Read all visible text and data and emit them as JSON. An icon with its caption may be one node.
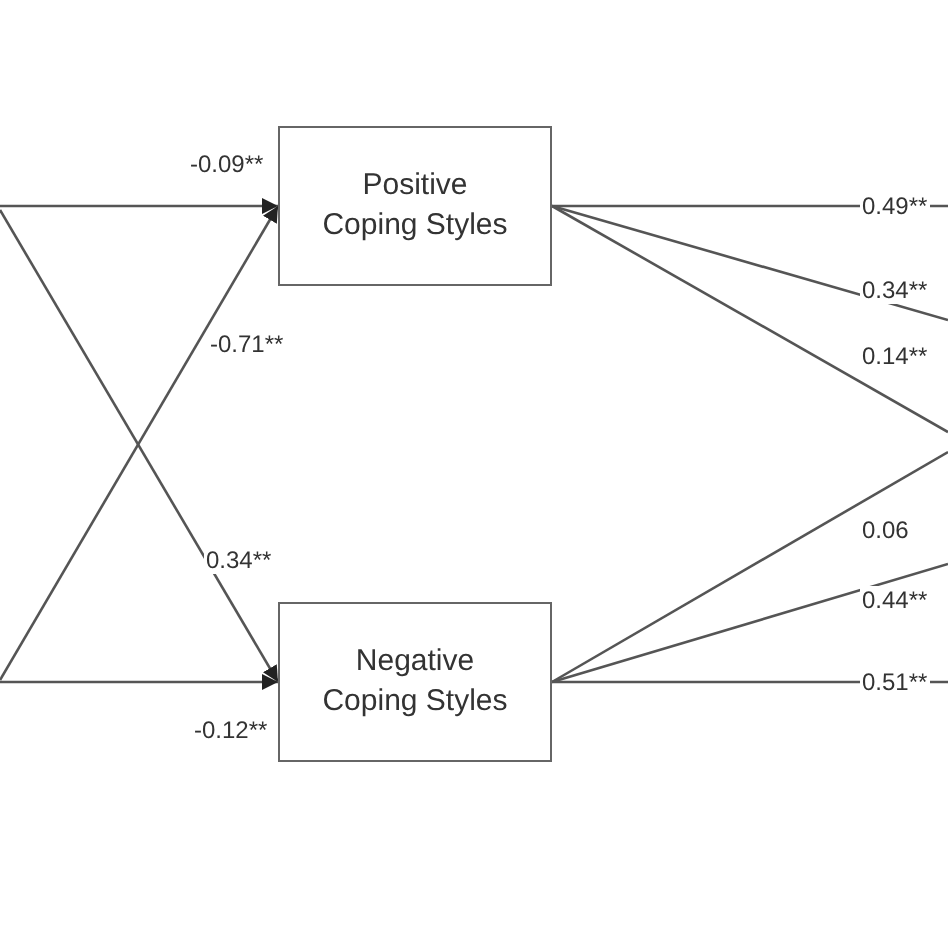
{
  "diagram": {
    "nodes": [
      {
        "text": [
          "Positive Coping Styles"
        ]
      },
      {
        "text": [
          "Negative Coping Styles"
        ]
      }
    ],
    "edges": [
      {
        "from": null,
        "to": 0,
        "arrow": "to",
        "label": "-0.09**"
      },
      {
        "from": null,
        "to": 0,
        "arrow": "to",
        "label": "-0.71**"
      },
      {
        "from": null,
        "to": 1,
        "arrow": "to",
        "label": "0.34**"
      },
      {
        "from": null,
        "to": 1,
        "arrow": "to",
        "label": "-0.12**"
      },
      {
        "from": 0,
        "to": null,
        "arrow": "none",
        "label": "0.49**"
      },
      {
        "from": 0,
        "to": null,
        "arrow": "none",
        "label": "0.34**"
      },
      {
        "from": 0,
        "to": null,
        "arrow": "none",
        "label": "0.14**"
      },
      {
        "from": 1,
        "to": null,
        "arrow": "none",
        "label": "0.06"
      },
      {
        "from": 1,
        "to": null,
        "arrow": "none",
        "label": "0.44**"
      },
      {
        "from": 1,
        "to": null,
        "arrow": "none",
        "label": "0.51**"
      }
    ]
  }
}
